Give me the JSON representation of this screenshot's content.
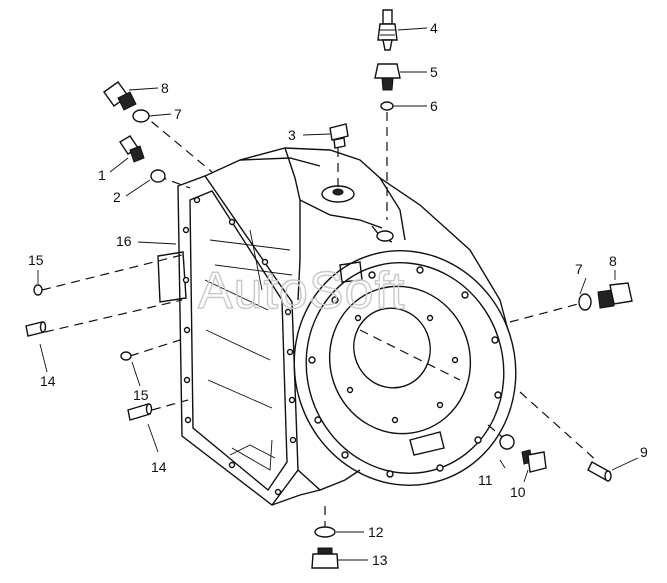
{
  "watermark": "AutoSoft",
  "callouts": [
    {
      "id": "c1",
      "label": "1"
    },
    {
      "id": "c2",
      "label": "2"
    },
    {
      "id": "c3",
      "label": "3"
    },
    {
      "id": "c4",
      "label": "4"
    },
    {
      "id": "c5",
      "label": "5"
    },
    {
      "id": "c6",
      "label": "6"
    },
    {
      "id": "c7a",
      "label": "7"
    },
    {
      "id": "c7b",
      "label": "7"
    },
    {
      "id": "c8a",
      "label": "8"
    },
    {
      "id": "c8b",
      "label": "8"
    },
    {
      "id": "c9",
      "label": "9"
    },
    {
      "id": "c10",
      "label": "10"
    },
    {
      "id": "c11",
      "label": "11"
    },
    {
      "id": "c12",
      "label": "12"
    },
    {
      "id": "c13",
      "label": "13"
    },
    {
      "id": "c14a",
      "label": "14"
    },
    {
      "id": "c14b",
      "label": "14"
    },
    {
      "id": "c15a",
      "label": "15"
    },
    {
      "id": "c15b",
      "label": "15"
    },
    {
      "id": "c16",
      "label": "16"
    }
  ]
}
